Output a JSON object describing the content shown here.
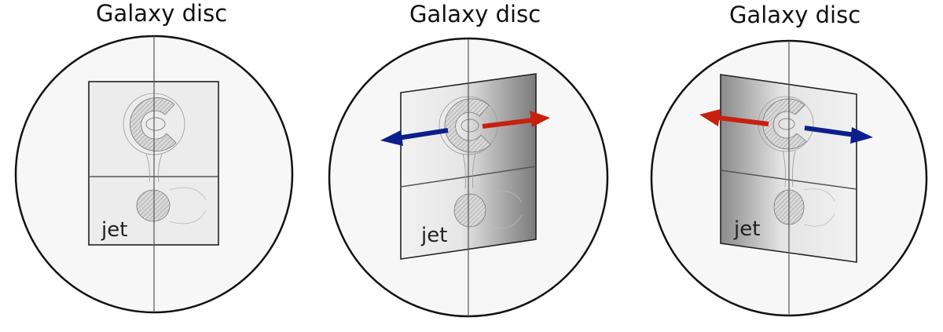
{
  "figure": {
    "panels": [
      {
        "title": "Galaxy disc",
        "plane_label": "jet"
      },
      {
        "title": "Galaxy disc",
        "plane_label": "jet"
      },
      {
        "title": "Galaxy disc",
        "plane_label": "jet"
      }
    ]
  },
  "colors": {
    "red_arrow": "#c8200f",
    "blue_arrow": "#0c1f8c",
    "disc_fill": "#f7f7f7",
    "outline": "#111111"
  }
}
